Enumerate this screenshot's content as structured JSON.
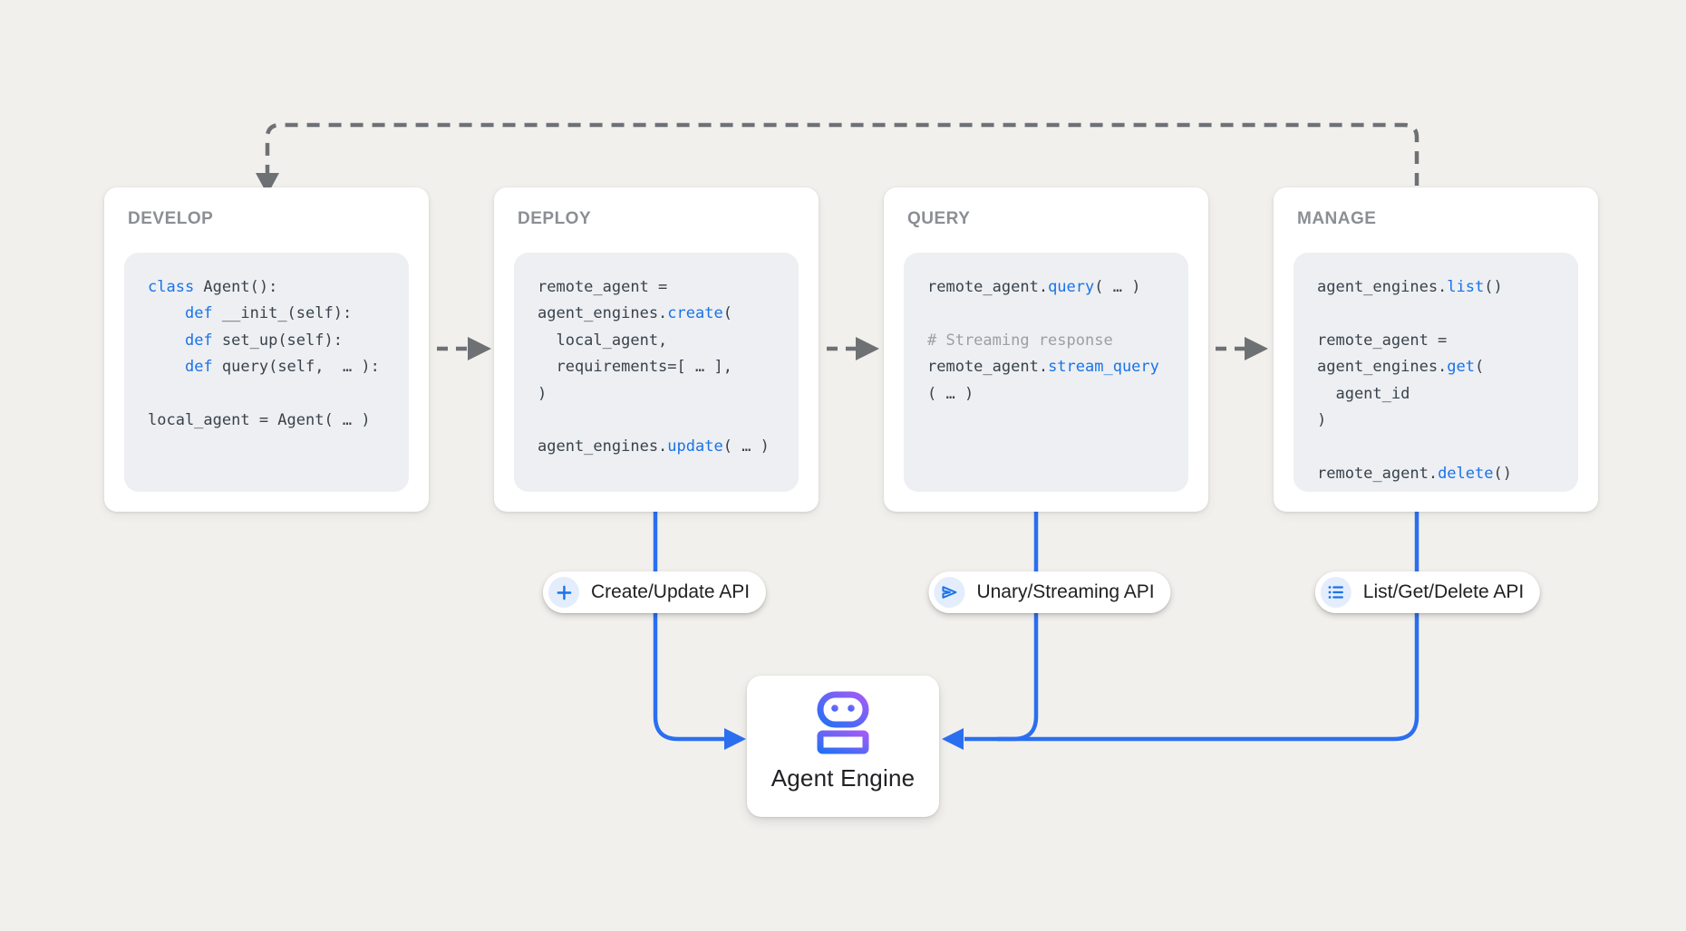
{
  "colors": {
    "background": "#f2f0ec",
    "accent_blue_line": "#2b6ff0",
    "code_keyword_blue": "#1a73e8",
    "code_text": "#39424c",
    "code_comment_gray": "#9aa0a6",
    "dash_gray": "#6e7174",
    "card_title_gray": "#8b8f94",
    "robot_gradient": [
      "#2470f4",
      "#a25bf7"
    ]
  },
  "cards": [
    {
      "id": "develop",
      "title": "DEVELOP",
      "code": [
        [
          {
            "t": "class",
            "c": "kw"
          },
          {
            "t": " Agent():",
            "c": "tx"
          }
        ],
        [
          {
            "t": "    ",
            "c": "tx"
          },
          {
            "t": "def",
            "c": "kw"
          },
          {
            "t": " __init_(self):",
            "c": "tx"
          }
        ],
        [
          {
            "t": "    ",
            "c": "tx"
          },
          {
            "t": "def",
            "c": "kw"
          },
          {
            "t": " set_up(self):",
            "c": "tx"
          }
        ],
        [
          {
            "t": "    ",
            "c": "tx"
          },
          {
            "t": "def",
            "c": "kw"
          },
          {
            "t": " query(self,  … ):",
            "c": "tx"
          }
        ],
        [],
        [
          {
            "t": "local_agent = Agent( … )",
            "c": "tx"
          }
        ]
      ]
    },
    {
      "id": "deploy",
      "title": "DEPLOY",
      "code": [
        [
          {
            "t": "remote_agent =",
            "c": "tx"
          }
        ],
        [
          {
            "t": "agent_engines.",
            "c": "tx"
          },
          {
            "t": "create",
            "c": "kw"
          },
          {
            "t": "(",
            "c": "tx"
          }
        ],
        [
          {
            "t": "  local_agent,",
            "c": "tx"
          }
        ],
        [
          {
            "t": "  requirements=[ … ],",
            "c": "tx"
          }
        ],
        [
          {
            "t": ")",
            "c": "tx"
          }
        ],
        [],
        [
          {
            "t": "agent_engines.",
            "c": "tx"
          },
          {
            "t": "update",
            "c": "kw"
          },
          {
            "t": "( … )",
            "c": "tx"
          }
        ]
      ]
    },
    {
      "id": "query",
      "title": "QUERY",
      "code": [
        [
          {
            "t": "remote_agent.",
            "c": "tx"
          },
          {
            "t": "query",
            "c": "kw"
          },
          {
            "t": "( … )",
            "c": "tx"
          }
        ],
        [],
        [
          {
            "t": "# Streaming response",
            "c": "cm"
          }
        ],
        [
          {
            "t": "remote_agent.",
            "c": "tx"
          },
          {
            "t": "stream_query",
            "c": "kw"
          }
        ],
        [
          {
            "t": "( … )",
            "c": "tx"
          }
        ]
      ]
    },
    {
      "id": "manage",
      "title": "MANAGE",
      "code": [
        [
          {
            "t": "agent_engines.",
            "c": "tx"
          },
          {
            "t": "list",
            "c": "kw"
          },
          {
            "t": "()",
            "c": "tx"
          }
        ],
        [],
        [
          {
            "t": "remote_agent =",
            "c": "tx"
          }
        ],
        [
          {
            "t": "agent_engines.",
            "c": "tx"
          },
          {
            "t": "get",
            "c": "kw"
          },
          {
            "t": "(",
            "c": "tx"
          }
        ],
        [
          {
            "t": "  agent_id",
            "c": "tx"
          }
        ],
        [
          {
            "t": ")",
            "c": "tx"
          }
        ],
        [],
        [
          {
            "t": "remote_agent.",
            "c": "tx"
          },
          {
            "t": "delete",
            "c": "kw"
          },
          {
            "t": "()",
            "c": "tx"
          }
        ]
      ]
    }
  ],
  "pills": [
    {
      "icon": "plus-icon",
      "label": "Create/Update API"
    },
    {
      "icon": "send-icon",
      "label": "Unary/Streaming API"
    },
    {
      "icon": "list-icon",
      "label": "List/Get/Delete API"
    }
  ],
  "engine": {
    "icon": "robot-icon",
    "label": "Agent Engine"
  }
}
